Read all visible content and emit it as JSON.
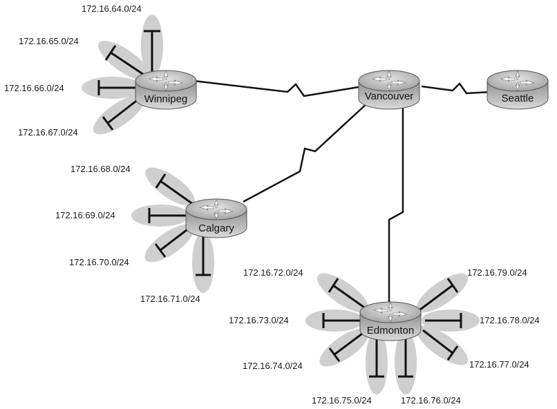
{
  "routers": {
    "winnipeg": "Winnipeg",
    "vancouver": "Vancouver",
    "seattle": "Seattle",
    "calgary": "Calgary",
    "edmonton": "Edmonton"
  },
  "networks": {
    "n64": "172.16.64.0/24",
    "n65": "172.16.65.0/24",
    "n66": "172.16.66.0/24",
    "n67": "172.16.67.0/24",
    "n68": "172.16.68.0/24",
    "n69": "172.16.69.0/24",
    "n70": "172.16.70.0/24",
    "n71": "172.16.71.0/24",
    "n72": "172.16.72.0/24",
    "n73": "172.16.73.0/24",
    "n74": "172.16.74.0/24",
    "n75": "172.16.75.0/24",
    "n76": "172.16.76.0/24",
    "n77": "172.16.77.0/24",
    "n78": "172.16.78.0/24",
    "n79": "172.16.79.0/24"
  }
}
